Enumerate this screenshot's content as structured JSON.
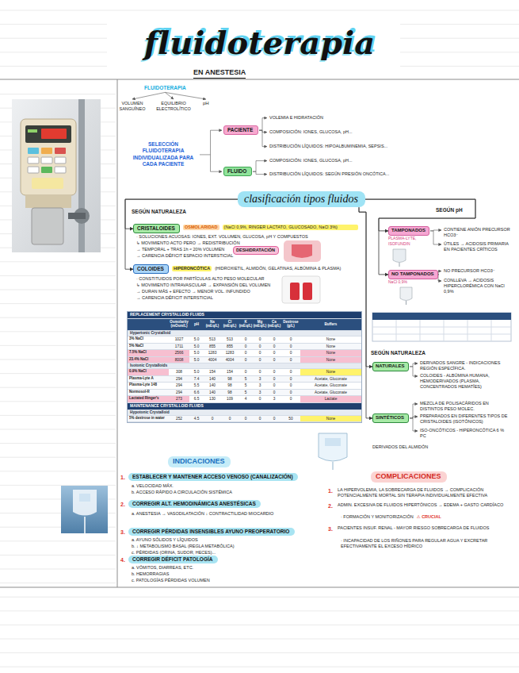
{
  "diagram": {
    "title": "fluidoterapia",
    "nodes": [
      {
        "text": [
          "PACIENTE"
        ]
      },
      {
        "text": [
          "FLUIDO"
        ]
      },
      {
        "text": [
          "clasificación tipos fluidos"
        ]
      },
      {
        "text": [
          "CRISTALOIDES"
        ]
      },
      {
        "text": [
          "TAMPONADOS"
        ]
      },
      {
        "text": [
          "DESHIDRATACIÓN"
        ]
      },
      {
        "text": [
          "NO TAMPONADOS"
        ]
      },
      {
        "text": [
          "COLOIDES"
        ]
      },
      {
        "text": [
          "NATURALES"
        ]
      },
      {
        "text": [
          "SINTÉTICOS"
        ]
      },
      {
        "text": [
          "INDICACIONES"
        ]
      },
      {
        "text": [
          "ESTABLECER Y MANTENER ACCESO VENOSO (CANALIZACIÓN)"
        ]
      },
      {
        "text": [
          "CORREGIR ALT. HEMODINÁMICAS ANESTÉSICAS"
        ]
      },
      {
        "text": [
          "CORREGIR PÉRDIDAS INSENSIBLES AYUNO PREOPERATORIO"
        ]
      },
      {
        "text": [
          "CORREGIR DÉFICIT PATOLOGÍA"
        ]
      },
      {
        "text": [
          "COMPLICACIONES"
        ]
      }
    ],
    "edges": [
      {
        "from": 2,
        "to": 3,
        "arrow": "to"
      },
      {
        "from": 2,
        "to": 7,
        "arrow": "to"
      },
      {
        "from": 2,
        "to": 4,
        "arrow": "to"
      },
      {
        "from": 2,
        "to": 6,
        "arrow": "to"
      },
      {
        "from": 2,
        "to": 8,
        "arrow": "to"
      },
      {
        "from": 2,
        "to": 9,
        "arrow": "to"
      }
    ],
    "labels": [
      "EN ANESTESIA",
      "FLUIDOTERAPIA",
      "VOLUMEN SANGUÍNEO",
      "EQUILIBRIO ELECTROLÍTICO",
      "pH",
      "SELECCIÓN FLUIDOTERAPIA INDIVIDUALIZADA PARA CADA PACIENTE",
      "VOLEMIA E HIDRATACIÓN",
      "COMPOSICIÓN: IONES, GLUCOSA, pH...",
      "DISTRIBUCIÓN LÍQUIDOS: HIPOALBUMINEMIA, SEPSIS...",
      "COMPOSICIÓN: IONES, GLUCOSA, pH...",
      "DISTRIBUCIÓN LÍQUIDOS: SEGÚN PRESIÓN ONCÓTICA...",
      "SEGÚN NATURALEZA",
      "SEGÚN pH",
      "OSMOLARIDAD",
      "(NaCl 0,9%, RINGER LACTATO, GLUCOSADO, NaCl 3%)",
      "· SOLUCIONES ACUOSAS: IONES, EXT. VOLUMEN, GLUCOSA, pH Y COMPUESTOS",
      "↳ MOVIMIENTO ACTO PERO → REDISTRIBUCIÓN",
      "→ TEMPORAL + TRAS 1h ≈ 20% VOLUMEN",
      "→ CARENCIA DÉFICIT ESPACIO INTERSTICIAL",
      "PLASMA-LYTE, ISOFUNDIN",
      "CONTIENE ANIÓN PRECURSOR HCO3⁻",
      "ÚTILES → ACIDOSIS PRIMARIA EN PACIENTES CRÍTICOS",
      "NaCl 0,9%",
      "NO PRECURSOR HCO3⁻",
      "CONLLEVA → ACIDOSIS HIPERCLORÉMICA CON NaCl 0,9%",
      "HIPERONCÓTICA",
      "(HIDROXIETIL, ALMIDÓN, GELATINAS, ALBÚMINA & PLASMA)",
      "· CONSTITUIDOS POR PARTÍCULAS ALTO PESO MOLECULAR",
      "↳ MOVIMIENTO INTRAVASCULAR → EXPANSIÓN DEL VOLUMEN",
      "→ DURAN MÁS + EFECTO → MENOR VOL. INFUNDIDO",
      "→ CARENCIA DÉFICIT INTERSTICIAL",
      "REPLACEMENT CRYSTALLOID FLUIDS",
      "Osmolarity (mOsm/L)",
      "pH",
      "Na (mEq/L)",
      "Cl (mEq/L)",
      "K (mEq/L)",
      "Mg (mEq/L)",
      "Ca (mEq/L)",
      "Dextrose (g/L)",
      "Buffers",
      "Hypertonic Crystalloid",
      "3% NaCl",
      "1027",
      "5.0",
      "513",
      "513",
      "0",
      "0",
      "0",
      "0",
      "None",
      "5% NaCl",
      "1711",
      "5.0",
      "855",
      "855",
      "0",
      "0",
      "0",
      "0",
      "None",
      "7.5% NaCl",
      "2566",
      "5.0",
      "1283",
      "1283",
      "0",
      "0",
      "0",
      "0",
      "None",
      "23.4% NaCl",
      "8008",
      "5.0",
      "4004",
      "4004",
      "0",
      "0",
      "0",
      "0",
      "None",
      "Isotonic Crystalloids",
      "0.9% NaCl",
      "308",
      "5.0",
      "154",
      "154",
      "0",
      "0",
      "0",
      "0",
      "None",
      "Plasma-Lyte A",
      "294",
      "7.4",
      "140",
      "98",
      "5",
      "3",
      "0",
      "0",
      "Acetate, Gluconate",
      "Plasma-Lyte 148",
      "294",
      "5.5",
      "140",
      "98",
      "5",
      "3",
      "0",
      "0",
      "Acetate, Gluconate",
      "Normosol-R",
      "294",
      "6.6",
      "140",
      "98",
      "5",
      "3",
      "0",
      "0",
      "Acetate, Gluconate",
      "Lactated Ringer's",
      "273",
      "6.5",
      "130",
      "109",
      "4",
      "0",
      "3",
      "0",
      "Lactate",
      "MAINTENANCE CRYSTALLOID FLUIDS",
      "Hypotonic Crystalloid",
      "5% dextrose in water",
      "252",
      "4.5",
      "0",
      "0",
      "0",
      "0",
      "0",
      "50",
      "None",
      "SEGÚN NATURALEZA",
      "DERIVADOS SANGRE - INDICACIONES REGIÓN ESPECÍFICA.",
      "COLOIDES - ALBÚMINA HUMANA, HEMODERIVADOS (PLASMA, CONCENTRADOS HEMATÍES)",
      "MEZCLA DE POLISACÁRIDOS EN DISTINTOS PESO MOLEC.",
      "PREPARADOS EN DIFERENTES TIPOS DE CRISTALOIDES (ISOTÓNICOS)",
      "ISO-ONCÓTICOS - HIPERONCÓTICA 6 % PC",
      "DERIVADOS DEL ALMIDÓN",
      "1.",
      "a. VELOCIDAD MÁX.",
      "b. ACCESO RÁPIDO A CIRCULACIÓN SISTÉMICA",
      "2.",
      "a. ANESTESIA → VASODILATACIÓN ↓ CONTRACTILIDAD MIOCARDIO",
      "3.",
      "a. AYUNO SÓLIDOS Y LÍQUIDOS",
      "b. ↓ METABOLISMO BASAL (REGLA METABÓLICA)",
      "c. PÉRDIDAS (ORINA, SUDOR, HECES)...",
      "4.",
      "a. VÓMITOS, DIARREAS, ETC.",
      "b. HEMORRAGIAS",
      "c. PATOLOGÍAS PÉRDIDAS VOLUMEN",
      "1.",
      "LA HIPERVOLEMIA, LA SOBRECARGA DE FLUIDOS → COMPLICACIÓN POTENCIALMENTE MORTAL SIN TERAPIA INDIVIDUALMENTE EFECTIVA",
      "2.",
      "ADMIN. EXCESIVA DE FLUIDOS HIPERTÓNICOS → EDEMA + GASTO CARDÍACO",
      "· FORMACIÓN Y MONITORIZACIÓN",
      "⚠ CRUCIAL",
      "3.",
      "PACIENTES INSUF. RENAL - MAYOR RIESGO SOBRECARGA DE FLUIDOS",
      "· INCAPACIDAD DE LOS RIÑONES PARA REGULAR AGUA Y EXCRETAR EFECTIVAMENTE EL EXCESO HÍDRICO"
    ]
  }
}
